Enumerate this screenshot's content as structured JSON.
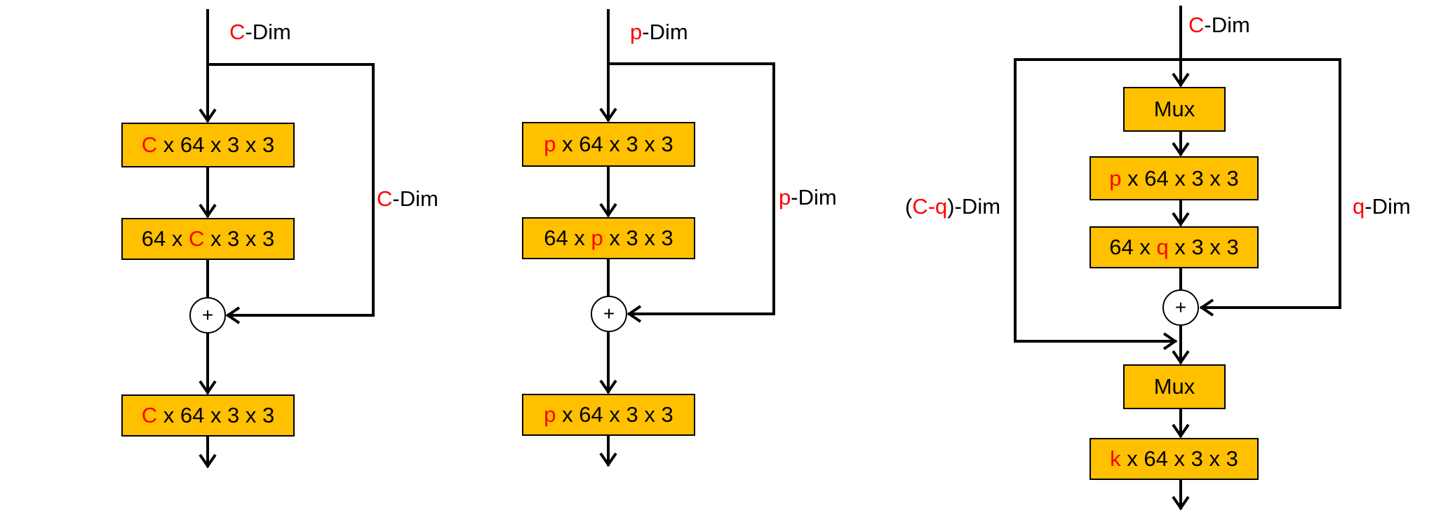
{
  "colors": {
    "block_fill": "#FFC000",
    "highlight": "#FF0000",
    "line": "#000000"
  },
  "diagrams": [
    {
      "input_label": {
        "var": "C",
        "rest": "-Dim"
      },
      "skip_label": {
        "var": "C",
        "rest": "-Dim"
      },
      "block1": {
        "var": "C",
        "rest": " x 64 x 3 x 3"
      },
      "block2": {
        "pre": "64 x ",
        "var": "C",
        "rest": " x 3 x 3"
      },
      "sum_symbol": "+",
      "block3": {
        "var": "C",
        "rest": " x 64 x 3 x 3"
      }
    },
    {
      "input_label": {
        "var": "p",
        "rest": "-Dim"
      },
      "skip_label": {
        "var": "p",
        "rest": "-Dim"
      },
      "block1": {
        "var": "p",
        "rest": " x 64 x 3 x 3"
      },
      "block2": {
        "pre": "64 x ",
        "var": "p",
        "rest": " x 3 x 3"
      },
      "sum_symbol": "+",
      "block3": {
        "var": "p",
        "rest": " x 64 x 3 x 3"
      }
    },
    {
      "input_label": {
        "var": "C",
        "rest": "-Dim"
      },
      "mux1": "Mux",
      "block1": {
        "var": "p",
        "rest": " x 64 x 3 x 3"
      },
      "block2": {
        "pre": "64 x ",
        "var": "q",
        "rest": " x 3 x 3"
      },
      "sum_symbol": "+",
      "left_label": {
        "open": "(",
        "var": "C-q",
        "close": ")-Dim"
      },
      "right_label": {
        "var": "q",
        "rest": "-Dim"
      },
      "mux2": "Mux",
      "block3": {
        "var": "k",
        "rest": " x 64 x 3 x 3"
      }
    }
  ]
}
